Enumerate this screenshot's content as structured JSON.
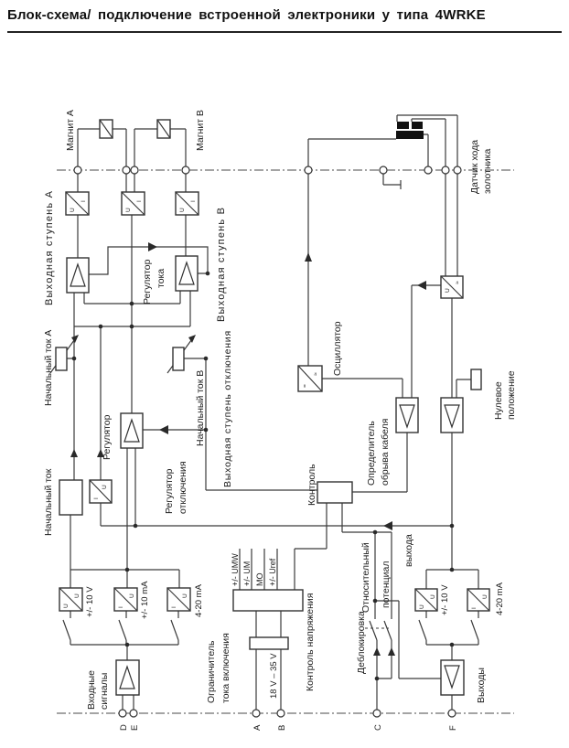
{
  "page": {
    "title": "Блок-схема/ подключение встроенной электроники у типа 4WRKE"
  },
  "diagram": {
    "labels": {
      "magnet_a": "Магнит A",
      "magnet_b": "Магнит B",
      "output_stage_a": "Выходная ступень A",
      "output_stage_b": "Выходная ступень B",
      "current_reg_line1": "Регулятор",
      "current_reg_line2": "тока",
      "initial_current_a": "Начальный ток A",
      "initial_current_b": "Начальный ток B",
      "initial_current_block": "Начальный ток",
      "regulator": "Регулятор",
      "shutdown_reg_line1": "Регулятор",
      "shutdown_reg_line2": "отключения",
      "shutdown_stage": "Выходная ступень отключения",
      "sensor_line1": "Датчик хода",
      "sensor_line2": "золотника",
      "oscillator": "Осциллятор",
      "cable_break_line1": "Определитель",
      "cable_break_line2": "обрыва кабеля",
      "zero_pos_line1": "Нулевое",
      "zero_pos_line2": "положение",
      "monitoring": "Контроль",
      "voltage_monitoring": "Контроль напряжения",
      "enable": "Деблокировка",
      "rel_pot_line1": "Относительный",
      "rel_pot_line2": "потенциал",
      "rel_pot_line3": "выхода",
      "outputs": "Выходы",
      "inputs_line1": "Входные",
      "inputs_line2": "сигналы",
      "limiter_line1": "Ограничитель",
      "limiter_line2": "тока включения"
    },
    "signal_labels": {
      "umw": "+/- UMW",
      "um": "+/- UM",
      "mo": "MO",
      "uref": "+/- Uref",
      "supply": "18 V – 35 V",
      "in_10v": "+/- 10 V",
      "in_10ma": "+/- 10 mA",
      "in_420ma": "4-20 mA",
      "out_10v": "+/- 10 V",
      "out_420ma": "4-20 mA"
    },
    "block_letters": {
      "u": "U",
      "i": "I",
      "ac": "≈",
      "dc": "="
    },
    "terminals": {
      "d": "D",
      "e": "E",
      "a": "A",
      "b": "B",
      "c": "C",
      "f": "F"
    },
    "colors": {
      "line": "#3b3b3b",
      "text": "#1b1b1b",
      "block_fill": "#ffffff",
      "winding": "#111111"
    }
  }
}
